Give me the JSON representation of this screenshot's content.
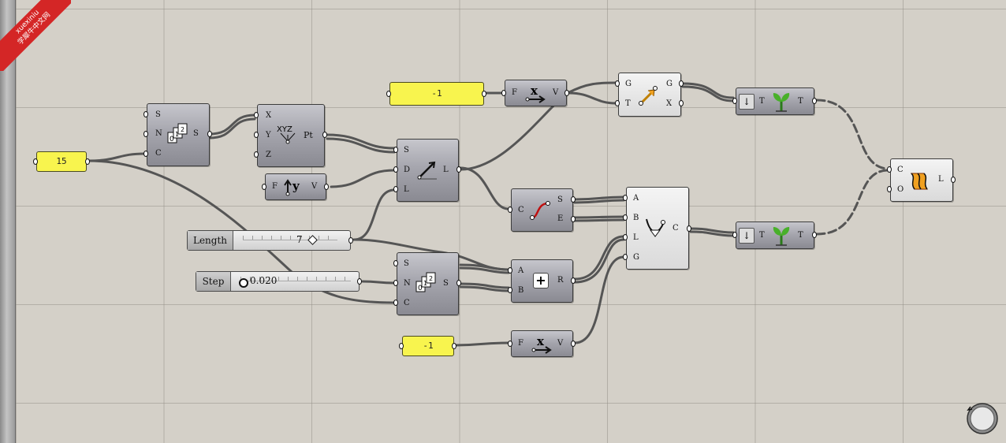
{
  "brand": {
    "line1": "xuexiniu",
    "line2": "学犀牛中文网"
  },
  "panels": {
    "count": "15",
    "neg_top": "-1",
    "neg_bottom": "-1"
  },
  "sliders": {
    "length": {
      "name": "Length",
      "value": "7"
    },
    "step": {
      "name": "Step",
      "value": "0.020"
    }
  },
  "nodes": {
    "series_top": {
      "inputs": [
        "S",
        "N",
        "C"
      ],
      "outputs": [
        "S"
      ],
      "icon": "series-icon"
    },
    "construct_point": {
      "inputs": [
        "X",
        "Y",
        "Z"
      ],
      "outputs": [
        "Pt"
      ],
      "icon": "xyz-point-icon"
    },
    "unit_y": {
      "inputs": [
        "F"
      ],
      "outputs": [
        "V"
      ],
      "icon": "unit-y-icon"
    },
    "line_sdl": {
      "inputs": [
        "S",
        "D",
        "L"
      ],
      "outputs": [
        "L"
      ],
      "icon": "line-sdl-icon"
    },
    "unit_x_top": {
      "inputs": [
        "F"
      ],
      "outputs": [
        "V"
      ],
      "icon": "unit-x-icon"
    },
    "move": {
      "inputs": [
        "G",
        "T"
      ],
      "outputs": [
        "G",
        "X"
      ],
      "icon": "move-icon"
    },
    "graft_top": {
      "inputs": [
        "T"
      ],
      "outputs": [
        "T"
      ],
      "icon": "graft-tree-icon"
    },
    "end_points": {
      "inputs": [
        "C"
      ],
      "outputs": [
        "S",
        "E"
      ],
      "icon": "curve-endpoints-icon"
    },
    "series_bottom": {
      "inputs": [
        "S",
        "N",
        "C"
      ],
      "outputs": [
        "S"
      ],
      "icon": "series-icon"
    },
    "addition": {
      "inputs": [
        "A",
        "B"
      ],
      "outputs": [
        "R"
      ],
      "icon": "plus-icon"
    },
    "unit_x_bottom": {
      "inputs": [
        "F"
      ],
      "outputs": [
        "V"
      ],
      "icon": "unit-x-icon"
    },
    "arc_curve": {
      "inputs": [
        "A",
        "B",
        "L",
        "G"
      ],
      "outputs": [
        "C"
      ],
      "icon": "tangent-curve-icon"
    },
    "graft_bottom": {
      "inputs": [
        "T"
      ],
      "outputs": [
        "T"
      ],
      "icon": "graft-tree-icon"
    },
    "loft": {
      "inputs": [
        "C",
        "O"
      ],
      "outputs": [
        "L"
      ],
      "icon": "loft-icon"
    }
  }
}
